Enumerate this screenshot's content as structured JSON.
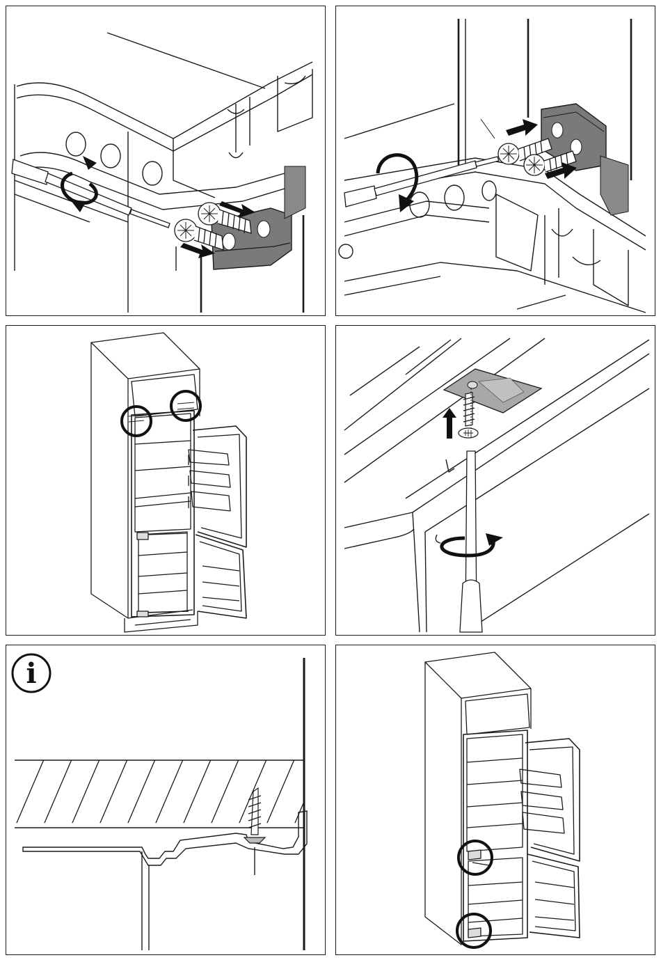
{
  "document": {
    "type": "installation-instructions-page",
    "panels": [
      {
        "id": 1,
        "icon": "screwdriver-unscrew-icon",
        "content": "hinge-bracket-screws-removal"
      },
      {
        "id": 2,
        "icon": "screwdriver-unscrew-icon",
        "content": "hinge-bracket-screws-removal-other-side"
      },
      {
        "id": 3,
        "icon": "highlight-circle-icon",
        "content": "fridge-upper-hinges-circled"
      },
      {
        "id": 4,
        "icon": "screwdriver-unscrew-icon",
        "content": "cover-plate-screw-removal"
      },
      {
        "id": 5,
        "icon": "info-icon",
        "content": "cross-section-screw-detail"
      },
      {
        "id": 6,
        "icon": "highlight-circle-icon",
        "content": "fridge-lower-hinges-circled"
      }
    ],
    "info_symbol": "i",
    "colors": {
      "line": "#1a1a1a",
      "bracket_fill": "#7a7a7a",
      "plate_fill": "#a8a8a8",
      "background": "#ffffff"
    }
  }
}
